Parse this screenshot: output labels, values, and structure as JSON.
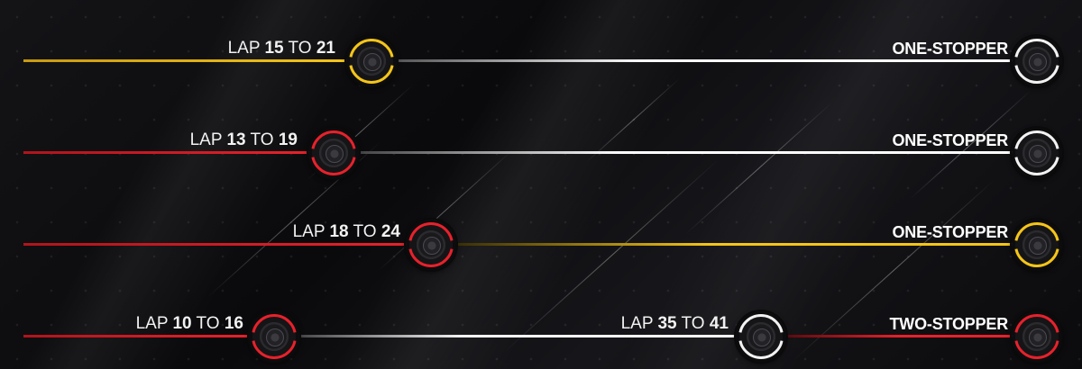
{
  "colors": {
    "soft": "#e8212b",
    "medium": "#f5c518",
    "hard": "#f2f2f2",
    "background": "#0b0b0d"
  },
  "strategies": [
    {
      "stint1": {
        "lap_word": "LAP",
        "from": "15",
        "to_word": "TO",
        "to": "21"
      },
      "strategy_label": "ONE-STOPPER",
      "tyres": [
        "medium",
        "hard"
      ]
    },
    {
      "stint1": {
        "lap_word": "LAP",
        "from": "13",
        "to_word": "TO",
        "to": "19"
      },
      "strategy_label": "ONE-STOPPER",
      "tyres": [
        "soft",
        "hard"
      ]
    },
    {
      "stint1": {
        "lap_word": "LAP",
        "from": "18",
        "to_word": "TO",
        "to": "24"
      },
      "strategy_label": "ONE-STOPPER",
      "tyres": [
        "soft",
        "medium"
      ]
    },
    {
      "stint1": {
        "lap_word": "LAP",
        "from": "10",
        "to_word": "TO",
        "to": "16"
      },
      "stint2": {
        "lap_word": "LAP",
        "from": "35",
        "to_word": "TO",
        "to": "41"
      },
      "strategy_label": "TWO-STOPPER",
      "tyres": [
        "soft",
        "hard",
        "soft"
      ]
    }
  ]
}
